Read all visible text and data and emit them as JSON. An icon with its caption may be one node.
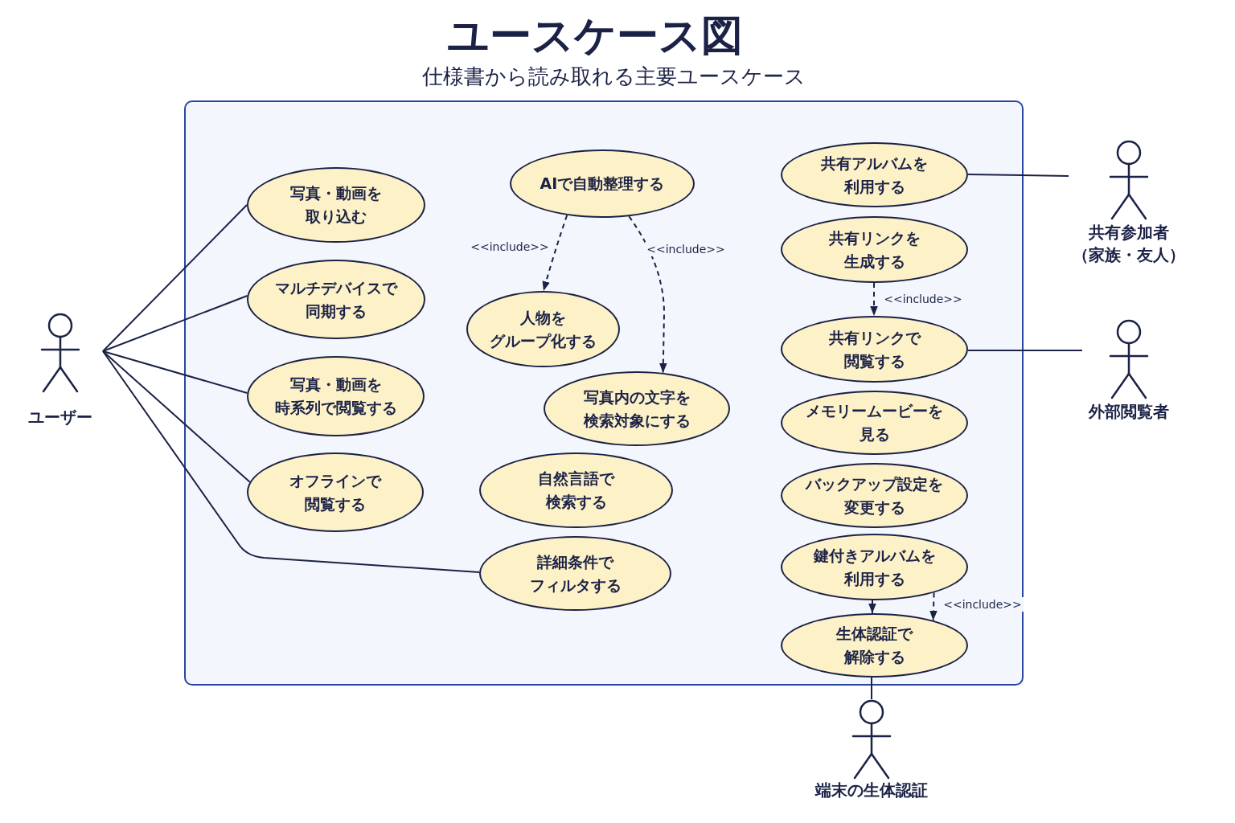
{
  "diagram": {
    "title": "ユースケース図",
    "nodes": [
      {
        "text": [],
        "shape": "box"
      },
      {
        "text": [
          "ユーザー"
        ]
      },
      {
        "text": [
          "写真・動画を取り込む"
        ],
        "in": 0
      },
      {
        "text": [
          "マルチデバイスで同期する"
        ],
        "in": 0
      },
      {
        "text": [
          "写真・動画を時系列で閲覧する"
        ],
        "in": 0
      },
      {
        "text": [
          "オフラインで閲覧する"
        ],
        "in": 0
      },
      {
        "text": [
          "AIで自動整理する"
        ],
        "in": 0
      },
      {
        "text": [
          "人物をグループ化する"
        ],
        "in": 0
      },
      {
        "text": [
          "写真内の文字を検索対象にする"
        ],
        "in": 0
      },
      {
        "text": [
          "自然言語で検索する"
        ],
        "in": 0
      },
      {
        "text": [
          "詳細条件でフィルタする"
        ],
        "in": 0
      },
      {
        "text": [
          "共有アルバムを利用する"
        ],
        "in": 0
      },
      {
        "text": [
          "共有リンクを生成する"
        ],
        "in": 0
      },
      {
        "text": [
          "共有リンクで閲覧する"
        ],
        "in": 0
      },
      {
        "text": [
          "メモリームービーを見る"
        ],
        "in": 0
      },
      {
        "text": [
          "バックアップ設定を変更する"
        ],
        "in": 0
      },
      {
        "text": [
          "鍵付きアルバムを利用する"
        ],
        "in": 0
      },
      {
        "text": [
          "生体認証で解除する"
        ],
        "in": 0
      },
      {
        "text": [
          "共有参加者（家族・友人）"
        ]
      },
      {
        "text": [
          "外部閲覧者"
        ]
      },
      {
        "text": [
          "端末の生体認証"
        ]
      }
    ],
    "edges": [
      {
        "from": 1,
        "to": 2,
        "arrow": "none"
      },
      {
        "from": 1,
        "to": 3,
        "arrow": "none"
      },
      {
        "from": 1,
        "to": 4,
        "arrow": "none"
      },
      {
        "from": 1,
        "to": 5,
        "arrow": "none"
      },
      {
        "from": 1,
        "to": 10,
        "arrow": "none"
      },
      {
        "from": 6,
        "to": 7,
        "arrow": "to",
        "label": "<<include>>",
        "style": "dashed"
      },
      {
        "from": 6,
        "to": 8,
        "arrow": "to",
        "label": "<<include>>",
        "style": "dashed"
      },
      {
        "from": 18,
        "to": 11,
        "arrow": "none"
      },
      {
        "from": 12,
        "to": 13,
        "arrow": "to",
        "label": "<<include>>",
        "style": "dashed"
      },
      {
        "from": 19,
        "to": 13,
        "arrow": "none"
      },
      {
        "from": 16,
        "to": 17,
        "arrow": "to",
        "style": "dashed"
      },
      {
        "from": 16,
        "to": 17,
        "arrow": "to",
        "label": "<<include>>",
        "style": "dashed"
      },
      {
        "from": 20,
        "to": 17,
        "arrow": "none"
      }
    ],
    "labels": [
      "仕様書から読み取れる主要ユースケース"
    ]
  }
}
